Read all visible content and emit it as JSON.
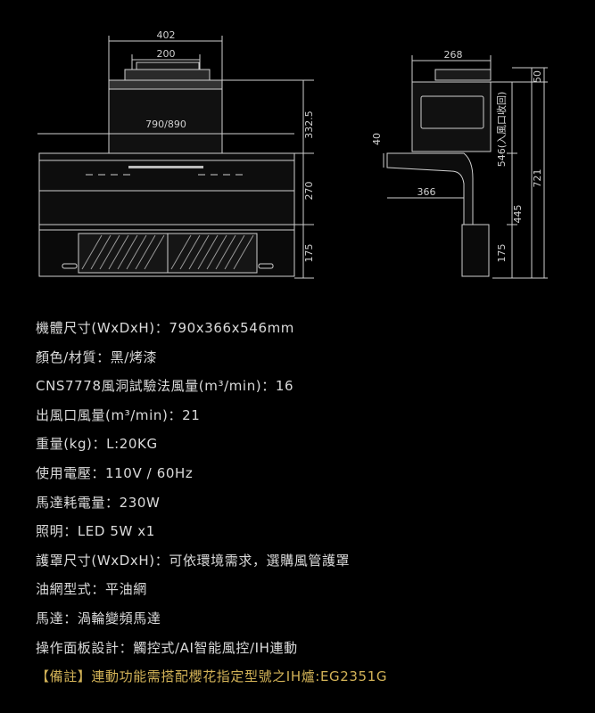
{
  "diagram": {
    "front": {
      "width_top": "402",
      "width_duct": "200",
      "width_body": "790/890",
      "h_duct": "332.5",
      "h_panel": "270",
      "h_base": "175"
    },
    "side": {
      "depth_top": "268",
      "depth_body": "366",
      "h_top": "50",
      "h_outlet": "546(入風口收回)",
      "h_total": "721",
      "h_mid": "445",
      "h_base": "175",
      "h_side": "40"
    }
  },
  "specs": [
    {
      "label": "機體尺寸(WxDxH)",
      "sep": "：",
      "value": "790x366x546mm",
      "color": "#dadada"
    },
    {
      "label": "顏色/材質",
      "sep": "：",
      "value": "黑/烤漆",
      "color": "#dadada"
    },
    {
      "label": "CNS7778風洞試驗法風量(m³/min)",
      "sep": "：",
      "value": "16",
      "color": "#dadada"
    },
    {
      "label": "出風口風量(m³/min)",
      "sep": "：",
      "value": "21",
      "color": "#dadada"
    },
    {
      "label": "重量(kg)",
      "sep": "：",
      "value": "L:20KG",
      "color": "#dadada"
    },
    {
      "label": "使用電壓",
      "sep": "：",
      "value": "110V / 60Hz",
      "color": "#dadada"
    },
    {
      "label": "馬達耗電量",
      "sep": "：",
      "value": "230W",
      "color": "#dadada"
    },
    {
      "label": "照明",
      "sep": "：",
      "value": "LED 5W x1",
      "color": "#dadada"
    },
    {
      "label": "護罩尺寸(WxDxH)",
      "sep": "：",
      "value": "可依環境需求，選購風管護罩",
      "color": "#dadada"
    },
    {
      "label": "油網型式",
      "sep": "：",
      "value": "平油網",
      "color": "#dadada"
    },
    {
      "label": "馬達",
      "sep": "：",
      "value": "渦輪變頻馬達",
      "color": "#dadada"
    },
    {
      "label": "操作面板設計",
      "sep": "：",
      "value": "觸控式/AI智能風控/IH連動",
      "color": "#dadada"
    },
    {
      "label": "【備註】",
      "sep": "",
      "value": "連動功能需搭配櫻花指定型號之IH爐:EG2351G",
      "color": "#d2b257"
    }
  ]
}
